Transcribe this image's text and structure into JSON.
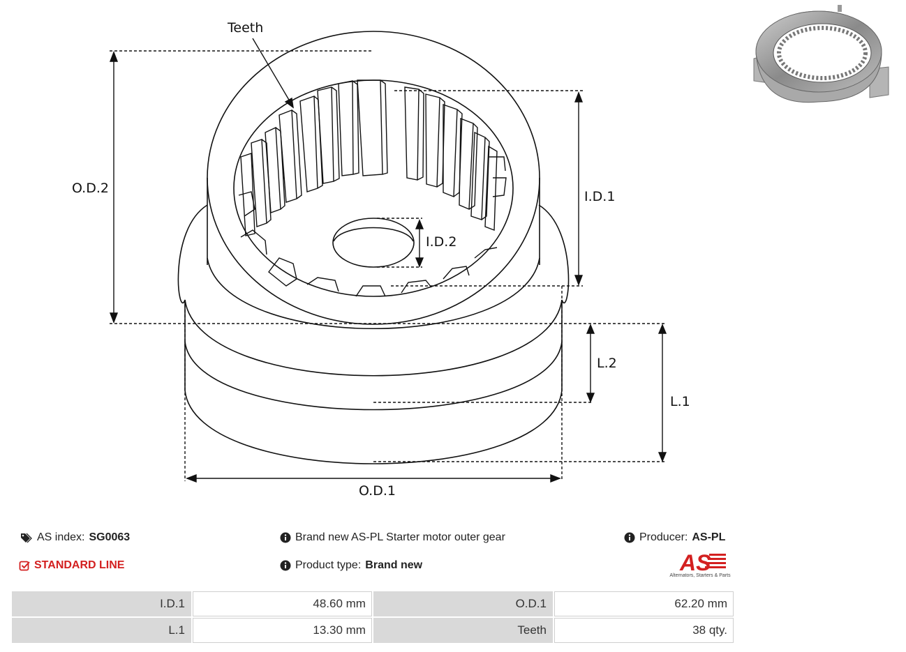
{
  "drawing": {
    "labels": {
      "teeth": "Teeth",
      "od2": "O.D.2",
      "id1": "I.D.1",
      "id2": "I.D.2",
      "l1": "L.1",
      "l2": "L.2",
      "od1": "O.D.1"
    }
  },
  "info": {
    "as_index_label": "AS index:",
    "as_index_value": "SG0063",
    "standard_line": "STANDARD LINE",
    "description": "Brand new AS-PL Starter motor outer gear",
    "product_type_label": "Product type:",
    "product_type_value": "Brand new",
    "producer_label": "Producer:",
    "producer_value": "AS-PL",
    "logo_text": "AS",
    "logo_tagline": "Alternators, Starters & Parts"
  },
  "icons": {
    "tag": "tags-icon",
    "check": "check-square-icon",
    "info": "info-circle-icon"
  },
  "colors": {
    "accent": "#d32020",
    "table_key_bg": "#d9d9d9"
  },
  "specs": [
    {
      "k1": "I.D.1",
      "v1": "48.60 mm",
      "k2": "O.D.1",
      "v2": "62.20 mm"
    },
    {
      "k1": "L.1",
      "v1": "13.30 mm",
      "k2": "Teeth",
      "v2": "38 qty."
    }
  ]
}
